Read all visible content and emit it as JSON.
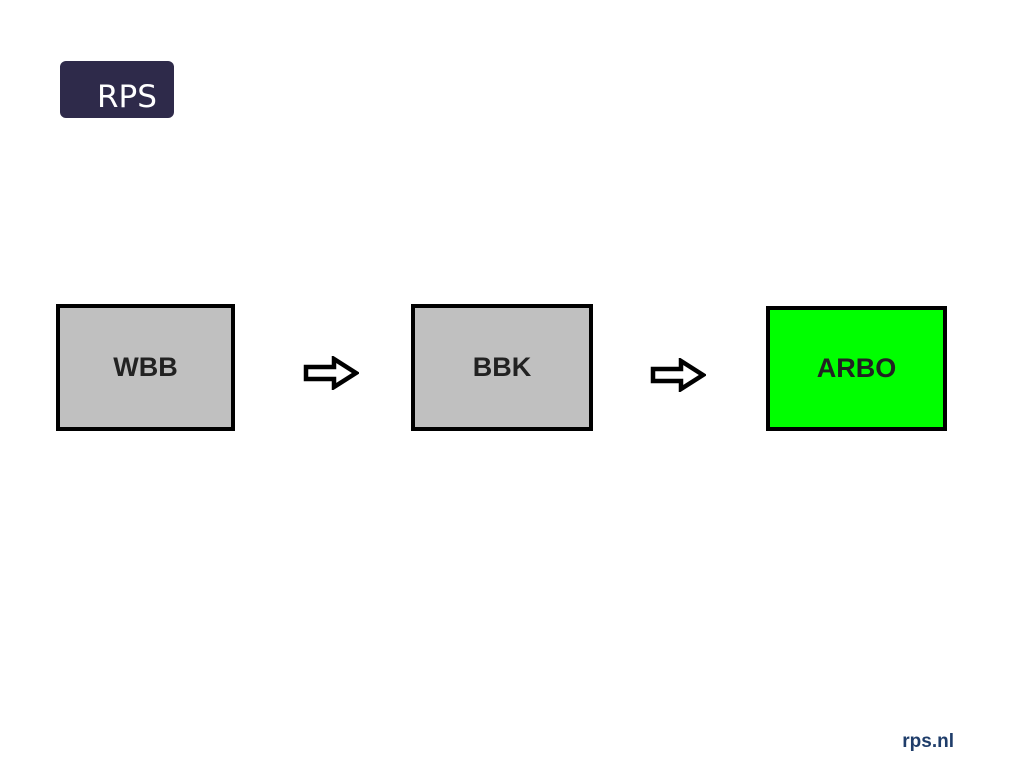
{
  "logo": {
    "text": "RPS",
    "background_color": "#2e2a4a",
    "text_color": "#ffffff"
  },
  "flow": {
    "steps": [
      {
        "label": "WBB",
        "fill_color": "#c0c0c0"
      },
      {
        "label": "BBK",
        "fill_color": "#c0c0c0"
      },
      {
        "label": "ARBO",
        "fill_color": "#00ff00"
      }
    ],
    "connector_icon": "right-arrow-outline-icon"
  },
  "footer": {
    "link_text": "rps.nl",
    "link_color": "#1f3d6a"
  }
}
